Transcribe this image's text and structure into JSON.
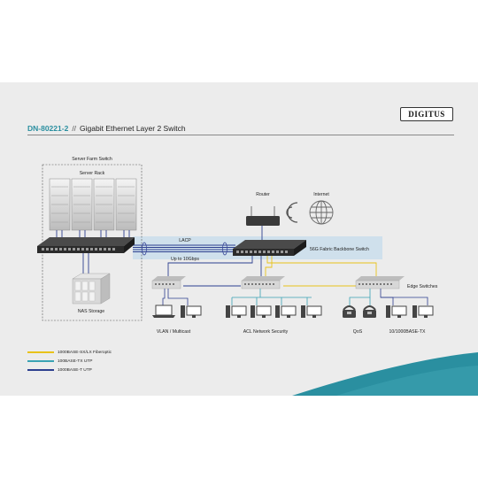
{
  "header": {
    "model": "DN-80221-2",
    "separator": "//",
    "title": "Gigabit Ethernet Layer 2 Switch"
  },
  "brand": {
    "logo_text": "DIGITUS"
  },
  "labels": {
    "server_farm_switch": "Server Farm Switch",
    "server_rack": "Server Rack",
    "nas_storage": "NAS Storage",
    "lacp": "LACP",
    "up_to": "Up to 10Gbps",
    "router": "Router",
    "internet": "Internet",
    "backbone": "56G Fabric Backbone Switch",
    "edge_switches": "Edge Switches",
    "vlan": "VLAN / Multicast",
    "acl": "ACL Network Security",
    "qos": "QoS",
    "tx": "10/1000BASE-TX"
  },
  "legend": [
    {
      "label": "1000BASE-SX/LX Fiberoptic",
      "color": "#e8c21a"
    },
    {
      "label": "100BASE-TX UTP",
      "color": "#3aa3b4"
    },
    {
      "label": "1000BASE-T UTP",
      "color": "#2d3f8f"
    }
  ],
  "colors": {
    "fiber": "#e8c21a",
    "utp_100": "#3aa3b4",
    "utp_1000": "#2d3f8f",
    "accent_teal": "#2a8fa0",
    "band": "#cfe0ec"
  }
}
